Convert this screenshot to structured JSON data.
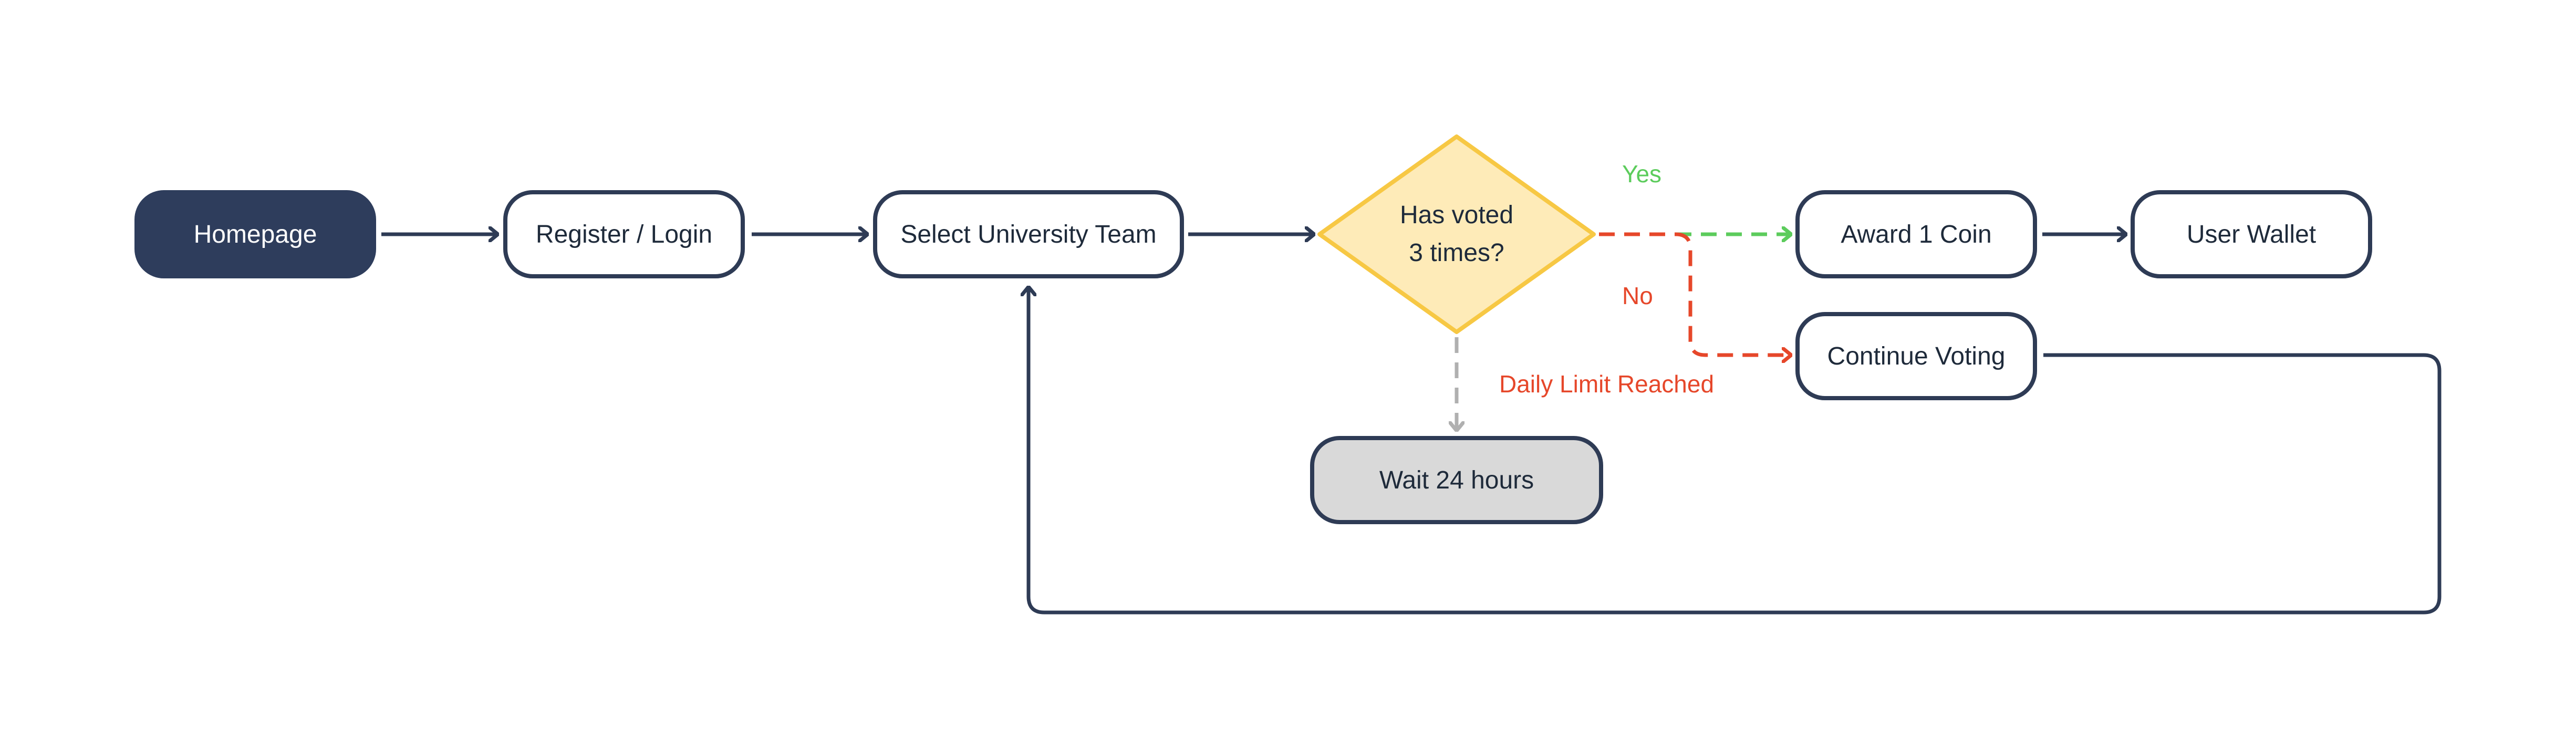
{
  "nodes": {
    "homepage": "Homepage",
    "register_login": "Register / Login",
    "select_team": "Select University Team",
    "decision": "Has voted\n3 times?",
    "award_coin": "Award 1 Coin",
    "user_wallet": "User Wallet",
    "continue_voting": "Continue Voting",
    "wait": "Wait 24 hours"
  },
  "edge_labels": {
    "yes": "Yes",
    "no": "No",
    "limit": "Daily Limit Reached"
  },
  "colors": {
    "primary": "#2e3b55",
    "start_fill": "#2e3d5c",
    "decision_fill": "#feebb8",
    "decision_stroke": "#f7c844",
    "yes": "#5ccc5c",
    "no": "#e6472a",
    "wait_fill": "#d9d9d9",
    "wait_arrow": "#b0b0b0"
  }
}
